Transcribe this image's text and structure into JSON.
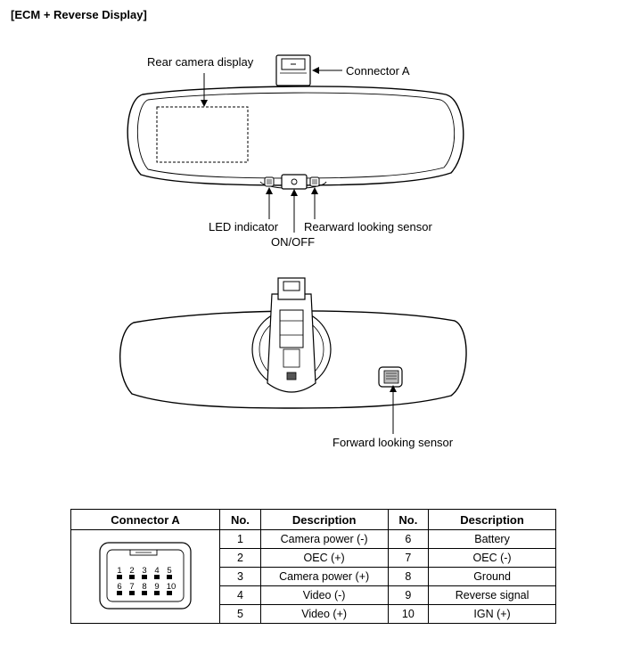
{
  "title": "[ECM + Reverse Display]",
  "labels": {
    "rear_camera_display": "Rear camera display",
    "connector_a": "Connector A",
    "led_indicator": "LED indicator",
    "on_off": "ON/OFF",
    "rearward_sensor": "Rearward looking sensor",
    "forward_sensor": "Forward looking sensor"
  },
  "table": {
    "headers": {
      "connector": "Connector A",
      "no1": "No.",
      "desc1": "Description",
      "no2": "No.",
      "desc2": "Description"
    },
    "rows": [
      {
        "no1": "1",
        "desc1": "Camera power (-)",
        "no2": "6",
        "desc2": "Battery"
      },
      {
        "no1": "2",
        "desc1": "OEC (+)",
        "no2": "7",
        "desc2": "OEC (-)"
      },
      {
        "no1": "3",
        "desc1": "Camera power (+)",
        "no2": "8",
        "desc2": "Ground"
      },
      {
        "no1": "4",
        "desc1": "Video (-)",
        "no2": "9",
        "desc2": "Reverse signal"
      },
      {
        "no1": "5",
        "desc1": "Video (+)",
        "no2": "10",
        "desc2": "IGN (+)"
      }
    ],
    "connector_pins_top": [
      "1",
      "2",
      "3",
      "4",
      "5"
    ],
    "connector_pins_bottom": [
      "6",
      "7",
      "8",
      "9",
      "10"
    ]
  }
}
